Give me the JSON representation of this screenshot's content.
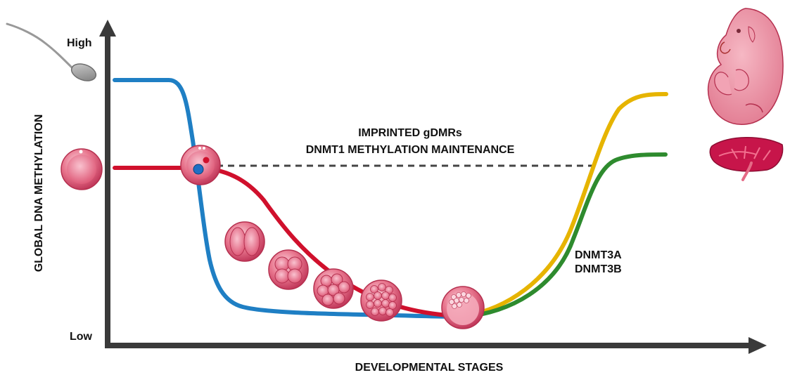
{
  "axes": {
    "y_label": "GLOBAL DNA METHYLATION",
    "y_high": "High",
    "y_low": "Low",
    "x_label": "DEVELOPMENTAL STAGES"
  },
  "annotations": {
    "imprinted_line1": "IMPRINTED gDMRs",
    "imprinted_line2": "DNMT1 METHYLATION MAINTENANCE",
    "dnmt3_line1": "DNMT3A",
    "dnmt3_line2": "DNMT3B"
  },
  "colors": {
    "paternal_curve": "#1f7fc4",
    "maternal_curve": "#d0102c",
    "embryonic_curve": "#e6b400",
    "extraembryonic_curve": "#2e8b2e",
    "axis": "#3a3a3a",
    "cell_pink": "#e0607a"
  },
  "icons": {
    "sperm": "sperm-icon",
    "oocyte": "oocyte-icon",
    "zygote": "zygote-icon",
    "two_cell": "two-cell-embryo-icon",
    "four_cell": "four-cell-embryo-icon",
    "eight_cell": "eight-cell-embryo-icon",
    "morula": "morula-icon",
    "blastocyst": "blastocyst-icon",
    "fetus": "fetus-icon",
    "placenta": "placenta-icon"
  }
}
